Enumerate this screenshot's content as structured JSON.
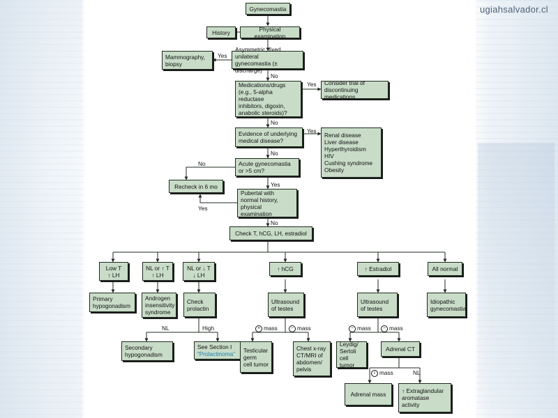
{
  "brand": "ugiahsalvador.cl",
  "colors": {
    "box_fill": "#c8dcc8",
    "line": "#1e2a1e",
    "link": "#1a7fb0"
  },
  "boxes": {
    "gynecomastia": "Gynecomastia",
    "history": "History",
    "physical_exam": "Physical examination",
    "mammography": "Mammography,\nbiopsy",
    "asymmetric": "Asymmetric, fixed unilateral\ngynecomastia (± discharge)",
    "medications": "Medications/drugs\n(e.g., 5-alpha reductase\ninhibitors, digoxin,\nanabolic steroids)?",
    "discontinue": "Consider trial of\ndiscontinuing medications",
    "underlying": "Evidence of underlying\nmedical disease?",
    "diseases": "Renal disease\nLiver disease\nHyperthyroidism\nHIV\nCushing syndrome\nObesity",
    "acute": "Acute gynecomastia\nor >5 cm?",
    "recheck": "Recheck in 6 mo",
    "pubertal": "Pubertal with\nnormal history,\nphysical examination",
    "check_hormones": "Check T, hCG, LH, estradiol",
    "low_t": "Low T\n↑ LH",
    "nl_up_t": "NL or ↑ T\n↑ LH",
    "nl_down_t": "NL or ↓ T\n↓ LH",
    "up_hcg": "↑ hCG",
    "up_estradiol": "↑ Estradiol",
    "all_normal": "All normal",
    "primary_hypo": "Primary\nhypogonadism",
    "androgen": "Androgen\ninsensitivity\nsyndrome",
    "check_prolactin": "Check\nprolactin",
    "us_testes_1": "Ultrasound\nof testes",
    "us_testes_2": "Ultrasound\nof testes",
    "idiopathic": "Idiopathic\ngynecomastia",
    "secondary_hypo": "Secondary\nhypogonadism",
    "see_section": "See Section I",
    "prolactinoma": "“Prolactinoma”",
    "germ_cell": "Testicular\ngerm\ncell tumor",
    "chest_xray": "Chest x-ray\nCT/MRI of\nabdomen/\npelvis",
    "leydig": "Leydig/\nSertoli\ncell tumor",
    "adrenal_ct": "Adrenal CT",
    "adrenal_mass": "Adrenal mass",
    "extraglandular": "↑ Extraglandular\naromatase\nactivity"
  },
  "labels": {
    "yes": "Yes",
    "no": "No",
    "nl": "NL",
    "high": "High",
    "mass": "mass",
    "plus": "+",
    "minus": "−",
    "plus_i": "i"
  }
}
